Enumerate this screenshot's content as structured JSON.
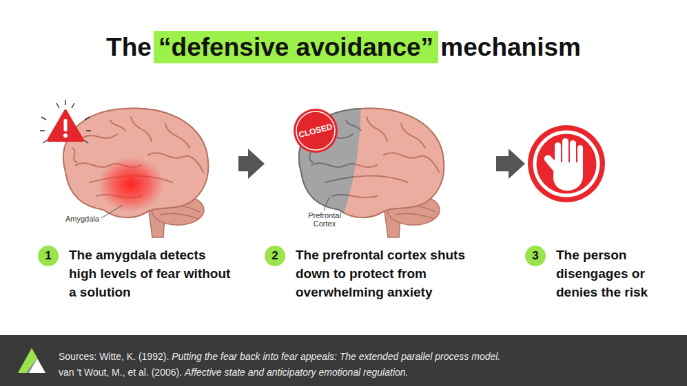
{
  "diagram": {
    "title": "The “defensive avoidance” mechanism",
    "nodes": [
      {
        "text": [
          "1",
          "The amygdala detects high levels of fear without a solution"
        ]
      },
      {
        "text": [
          "2",
          "The prefrontal cortex shuts down to protect from overwhelming anxiety"
        ]
      },
      {
        "text": [
          "3",
          "The person disengages or denies the risk"
        ]
      }
    ],
    "edges": [
      {
        "from": 0,
        "to": 1,
        "arrow": "to"
      },
      {
        "from": 1,
        "to": 2,
        "arrow": "to"
      }
    ],
    "labels": [
      "CLOSED",
      "Amygdala",
      "Prefrontal Cortex",
      "Sources: Witte, K. (1992).",
      "Putting the fear back into fear appeals: The extended parallel process model.",
      "van 't Wout, M., et al. (2006).",
      "Affective state and anticipatory emotional regulation."
    ]
  }
}
